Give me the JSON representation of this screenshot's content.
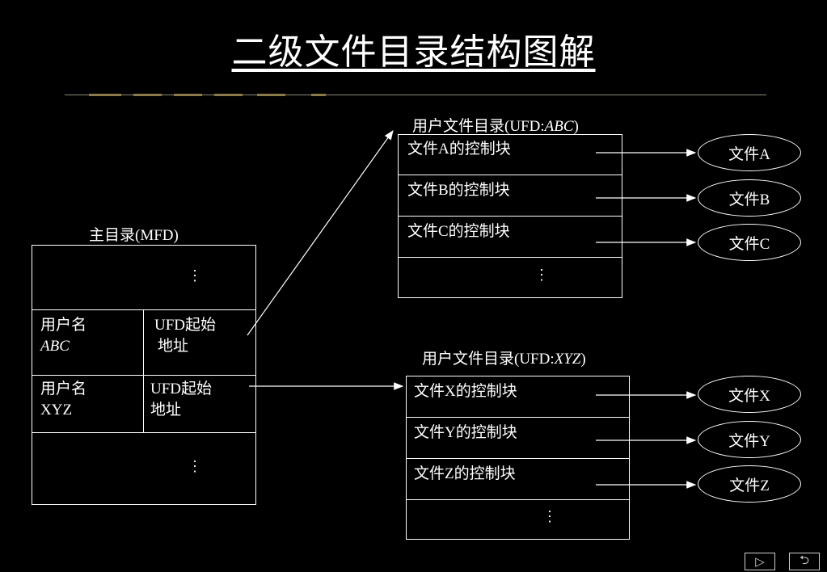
{
  "title": "二级文件目录结构图解",
  "mfd": {
    "label": "主目录(MFD)",
    "rows": [
      {
        "name_label": "用户名",
        "name_value": "ABC",
        "addr_line1": "UFD起始",
        "addr_line2": "地址"
      },
      {
        "name_label": "用户名",
        "name_value": "XYZ",
        "addr_line1": "UFD起始",
        "addr_line2": "地址"
      }
    ],
    "ellipsis": "⋮"
  },
  "ufd_abc": {
    "label_prefix": "用户文件目录(UFD:",
    "label_user": "ABC",
    "label_suffix": ")",
    "rows": [
      "文件A的控制块",
      "文件B的控制块",
      "文件C的控制块"
    ],
    "ellipsis": "⋮"
  },
  "ufd_xyz": {
    "label_prefix": "用户文件目录(UFD:",
    "label_user": "XYZ",
    "label_suffix": ")",
    "rows": [
      "文件X的控制块",
      "文件Y的控制块",
      "文件Z的控制块"
    ],
    "ellipsis": "⋮"
  },
  "files_abc": [
    "文件A",
    "文件B",
    "文件C"
  ],
  "files_xyz": [
    "文件X",
    "文件Y",
    "文件Z"
  ],
  "nav": {
    "next_icon": "▷",
    "return_icon": "⮌"
  }
}
